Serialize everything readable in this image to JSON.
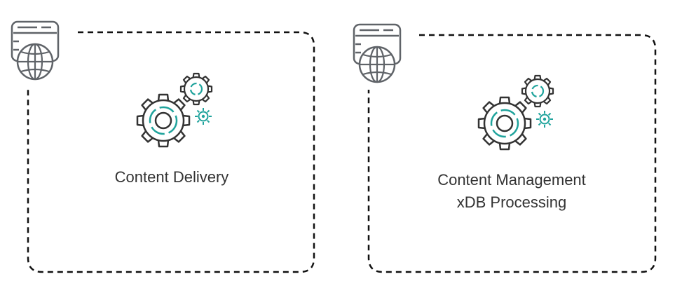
{
  "colors": {
    "outline": "#333333",
    "icon_gray": "#5f6368",
    "accent": "#1fa39c",
    "background": "#ffffff"
  },
  "nodes": [
    {
      "id": "content-delivery",
      "lines": [
        "Content Delivery"
      ],
      "icons": [
        "web-server-icon",
        "gears-icon"
      ]
    },
    {
      "id": "content-management",
      "lines": [
        "Content Management",
        "xDB Processing"
      ],
      "icons": [
        "web-server-icon",
        "gears-icon"
      ]
    }
  ]
}
